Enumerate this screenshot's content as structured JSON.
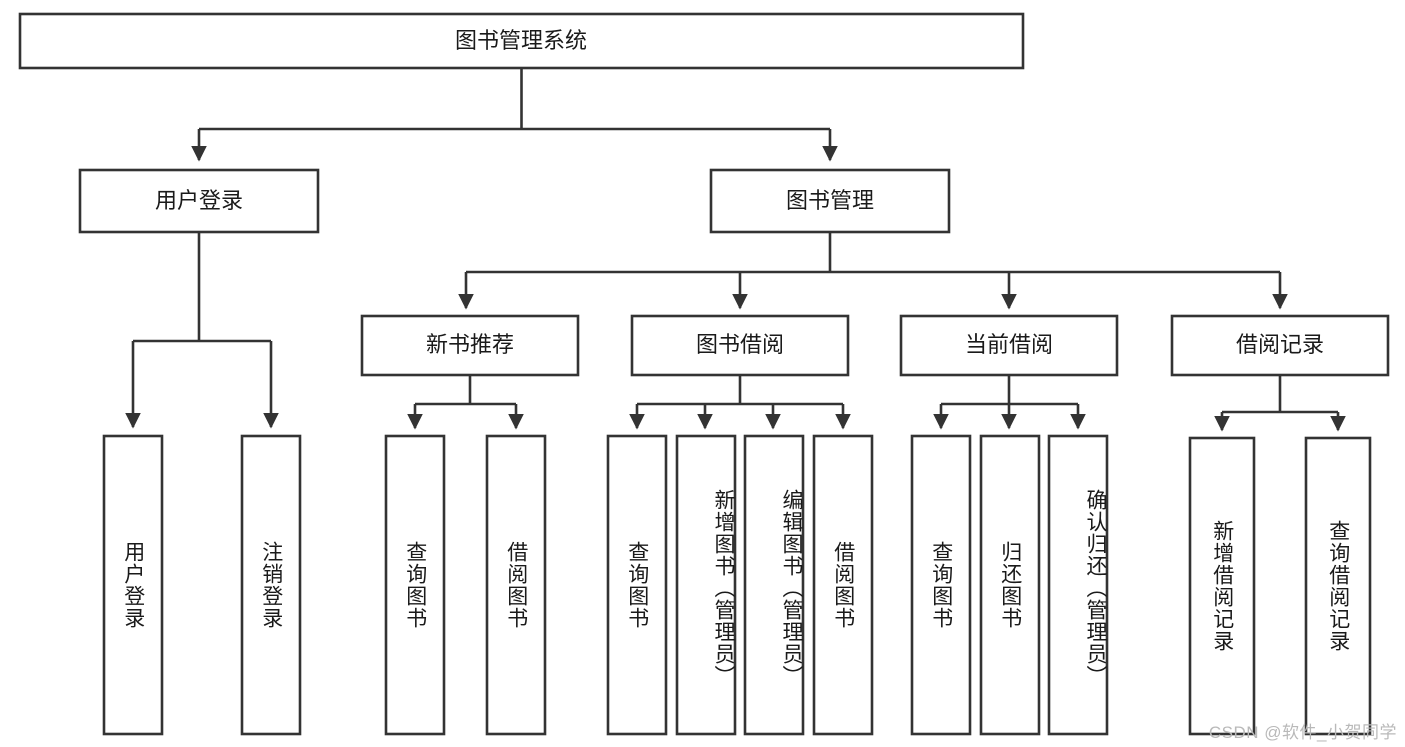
{
  "diagram": {
    "title": "图书管理系统",
    "type": "tree-hierarchy",
    "background_color": "#ffffff",
    "line_color": "#333333",
    "text_color": "#1a1a1a"
  },
  "root": {
    "label": "图书管理系统"
  },
  "level2": [
    {
      "label": "用户登录"
    },
    {
      "label": "图书管理"
    }
  ],
  "level3": [
    {
      "label": "新书推荐"
    },
    {
      "label": "图书借阅"
    },
    {
      "label": "当前借阅"
    },
    {
      "label": "借阅记录"
    }
  ],
  "leaves": {
    "user_login": [
      {
        "label": "用户登录"
      },
      {
        "label": "注销登录"
      }
    ],
    "new_book_recommend": [
      {
        "label": "查询图书"
      },
      {
        "label": "借阅图书"
      }
    ],
    "book_borrow": [
      {
        "label": "查询图书"
      },
      {
        "label": "新增图书（管理员）"
      },
      {
        "label": "编辑图书（管理员）"
      },
      {
        "label": "借阅图书"
      }
    ],
    "current_borrow": [
      {
        "label": "查询图书"
      },
      {
        "label": "归还图书"
      },
      {
        "label": "确认归还（管理员）"
      }
    ],
    "borrow_record": [
      {
        "label": "新增借阅记录"
      },
      {
        "label": "查询借阅记录"
      }
    ]
  },
  "watermark": {
    "text": "CSDN @软件_小贺同学"
  }
}
